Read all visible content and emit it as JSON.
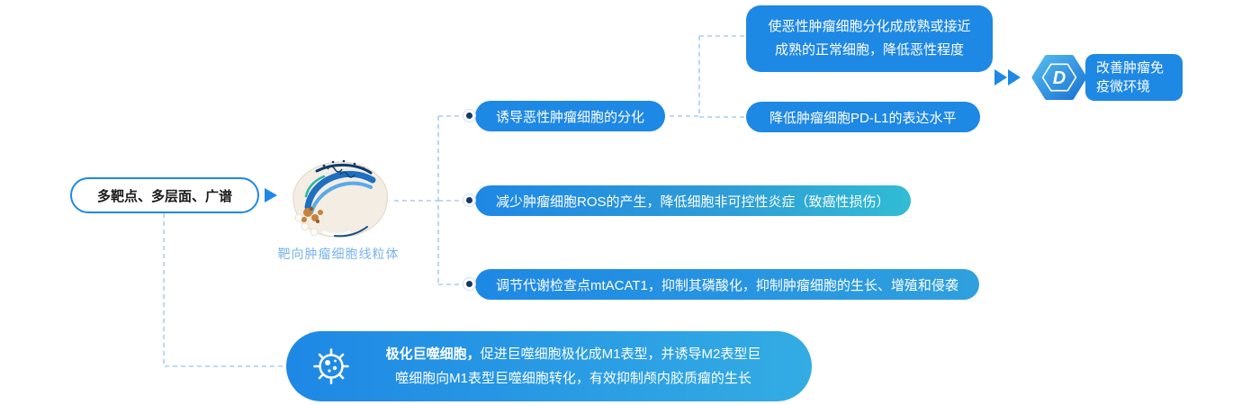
{
  "colors": {
    "primary": "#1E88E5",
    "cyan": "#31BCD4",
    "connector": "#A8CDF0",
    "dark_dot": "#123A66",
    "caption": "#78B4E9"
  },
  "root": {
    "label": "多靶点、多层面、广谱"
  },
  "source": {
    "caption": "靶向肿瘤细胞线粒体"
  },
  "branch1": {
    "label": "诱导恶性肿瘤细胞的分化",
    "children": [
      {
        "line1": "使恶性肿瘤细胞分化成成熟或接近",
        "line2": "成熟的正常细胞，降低恶性程度"
      },
      {
        "label": "降低肿瘤细胞PD-L1的表达水平"
      }
    ]
  },
  "branch2": {
    "label": "减少肿瘤细胞ROS的产生，降低细胞非可控性炎症（致癌性损伤）"
  },
  "branch3": {
    "label": "调节代谢检查点mtACAT1，抑制其磷酸化，抑制肿瘤细胞的生长、增殖和侵袭"
  },
  "outcome": {
    "label": "改善肿瘤免疫微环境",
    "icon_letter": "D"
  },
  "macrophage": {
    "line1_bold": "极化巨噬细胞，",
    "line1_rest": "促进巨噬细胞极化成M1表型，并诱导M2表型巨",
    "line2": "噬细胞向M1表型巨噬细胞转化，有效抑制颅内胶质瘤的生长"
  }
}
